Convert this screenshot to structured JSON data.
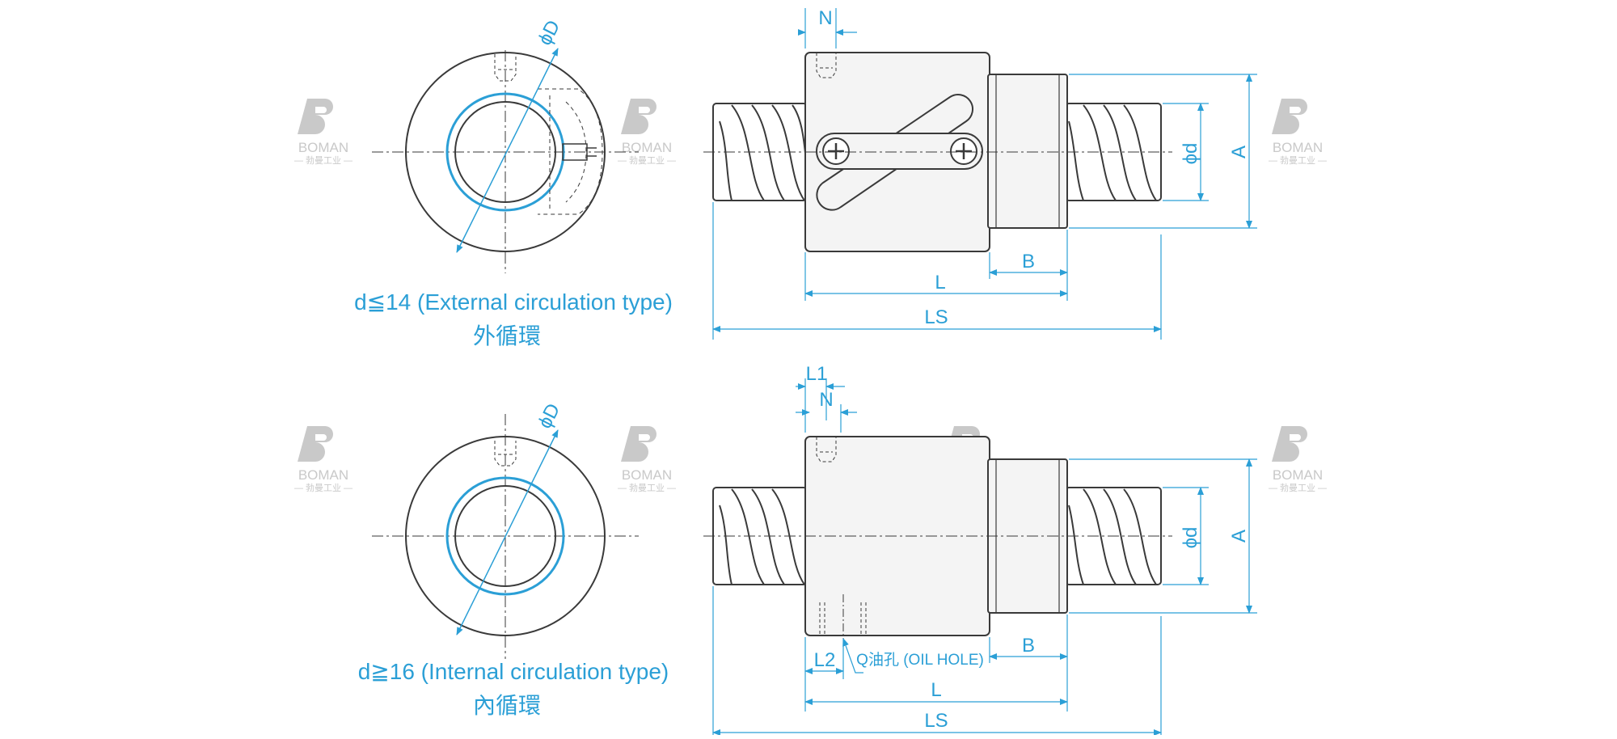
{
  "watermark": {
    "brand": "BOMAN",
    "sub": "— 勃曼工业 —"
  },
  "top_view": {
    "caption": "d≦14 (External circulation type)",
    "caption_zh": "外循環",
    "labels": {
      "D": "ϕD",
      "N": "N",
      "d": "ϕd",
      "A": "A",
      "B": "B",
      "L": "L",
      "LS": "LS"
    }
  },
  "bottom_view": {
    "caption": "d≧16 (Internal circulation type)",
    "caption_zh": "內循環",
    "labels": {
      "D": "ϕD",
      "L1": "L1",
      "N": "N",
      "d": "ϕd",
      "A": "A",
      "B": "B",
      "L2": "L2",
      "Q": "Q油孔 (OIL HOLE)",
      "L": "L",
      "LS": "LS"
    }
  },
  "colors": {
    "line": "#3a3a3a",
    "dimension": "#2b9fd6",
    "nut_fill": "#f4f4f4",
    "watermark": "#c9c9c9"
  }
}
